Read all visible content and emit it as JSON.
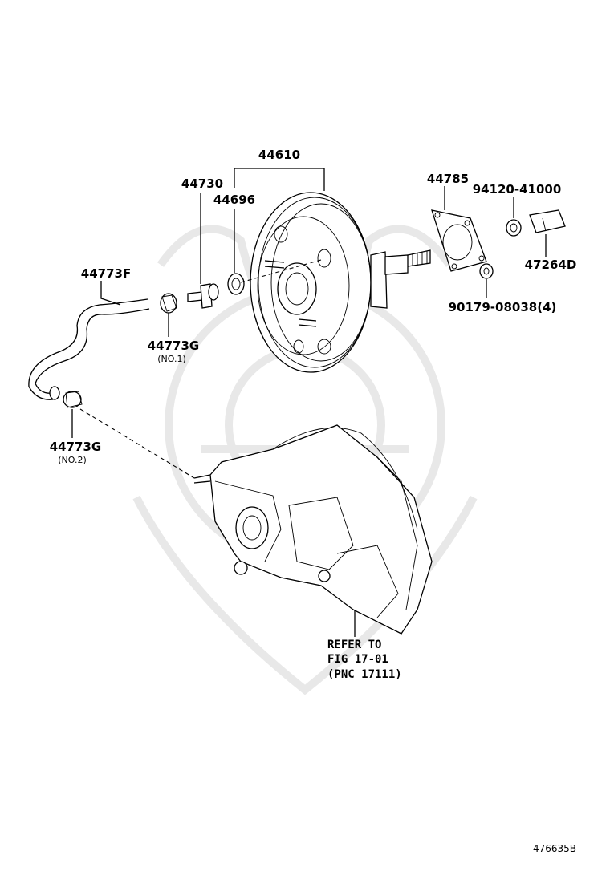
{
  "callouts": {
    "booster": "44610",
    "check_valve": "44730",
    "grommet": "44696",
    "hose": "44773F",
    "clip1": "44773G",
    "clip1_note": "(NO.1)",
    "clip2": "44773G",
    "clip2_note": "(NO.2)",
    "gasket": "44785",
    "nut_a": "94120-41000",
    "bracket": "47264D",
    "nut_b": "90179-08038(4)"
  },
  "refer": {
    "line1": "REFER TO",
    "line2": "FIG 17-01",
    "line3": "(PNC 17111)"
  },
  "figure_code": "476635B"
}
